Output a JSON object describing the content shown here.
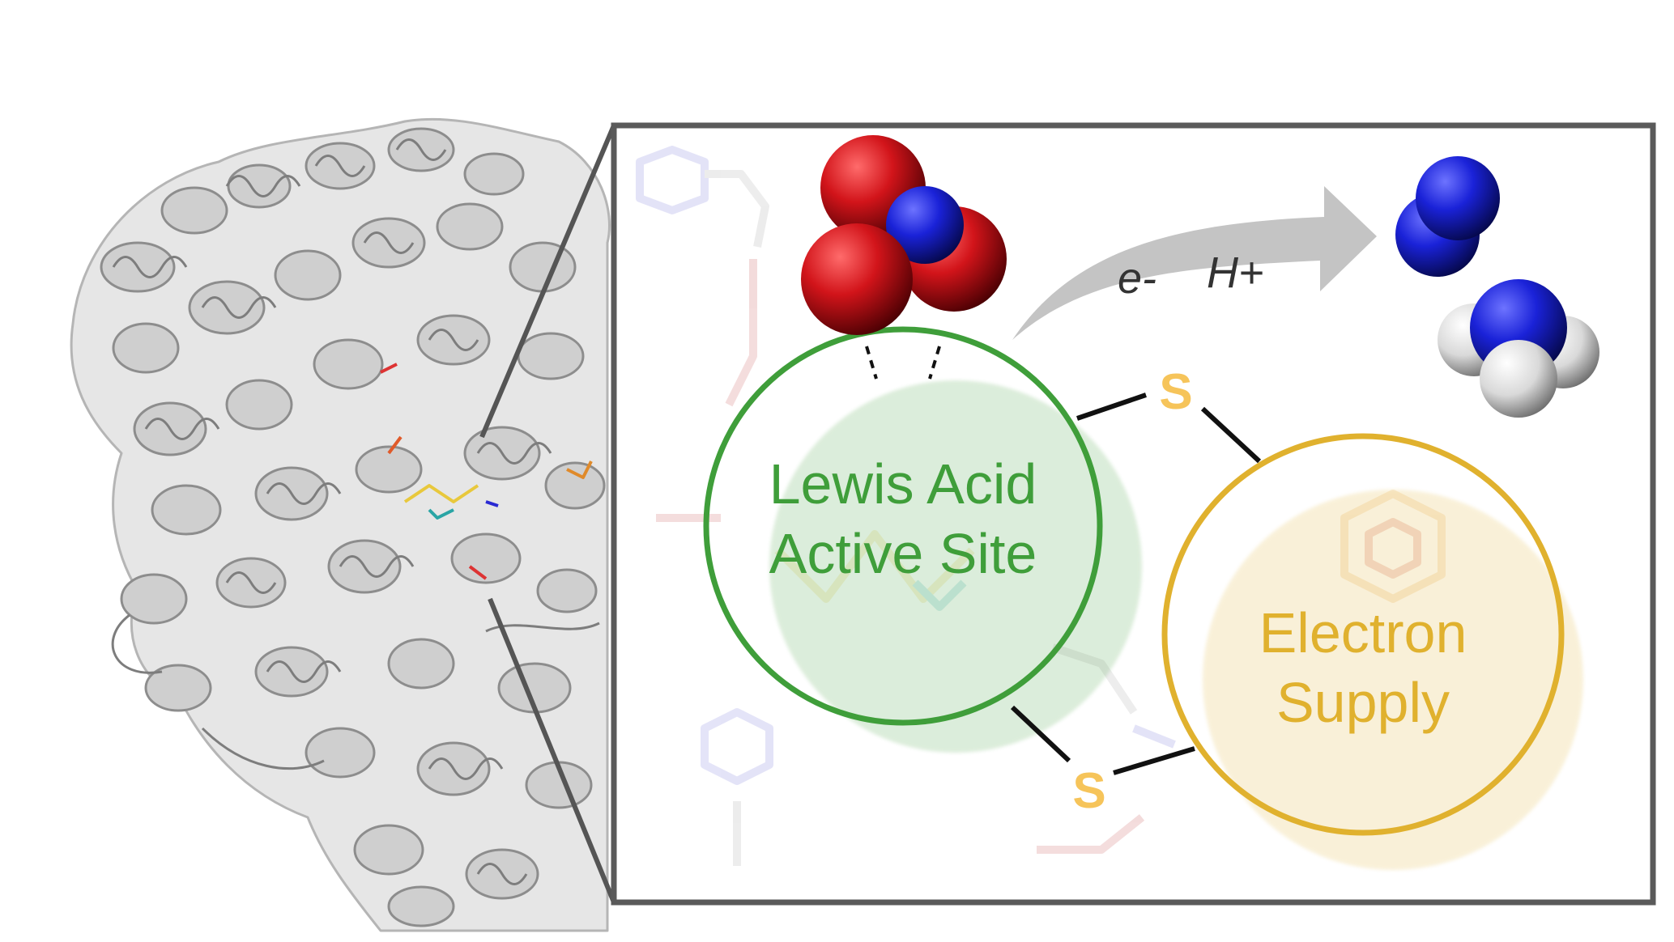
{
  "colors": {
    "active_site": "#3f9e3a",
    "electron_supply": "#e0b12e",
    "sulfur": "#f6c45a",
    "frame": "#5a5a5a",
    "arrow": "#c4c4c4",
    "oxygen": "#d2141a",
    "nitrogen": "#1a22d8",
    "hydrogen": "#e4e4e4",
    "protein": "#bdbdbd"
  },
  "labels": {
    "active_site_line1": "Lewis Acid",
    "active_site_line2": "Active Site",
    "electron_supply_line1": "Electron",
    "electron_supply_line2": "Supply",
    "sulfur_upper": "S",
    "sulfur_lower": "S",
    "arrow_electron": "e-",
    "arrow_proton": "H+"
  },
  "molecules": {
    "substrate": "nitrate",
    "products": [
      "dinitrogen",
      "ammonia"
    ]
  }
}
